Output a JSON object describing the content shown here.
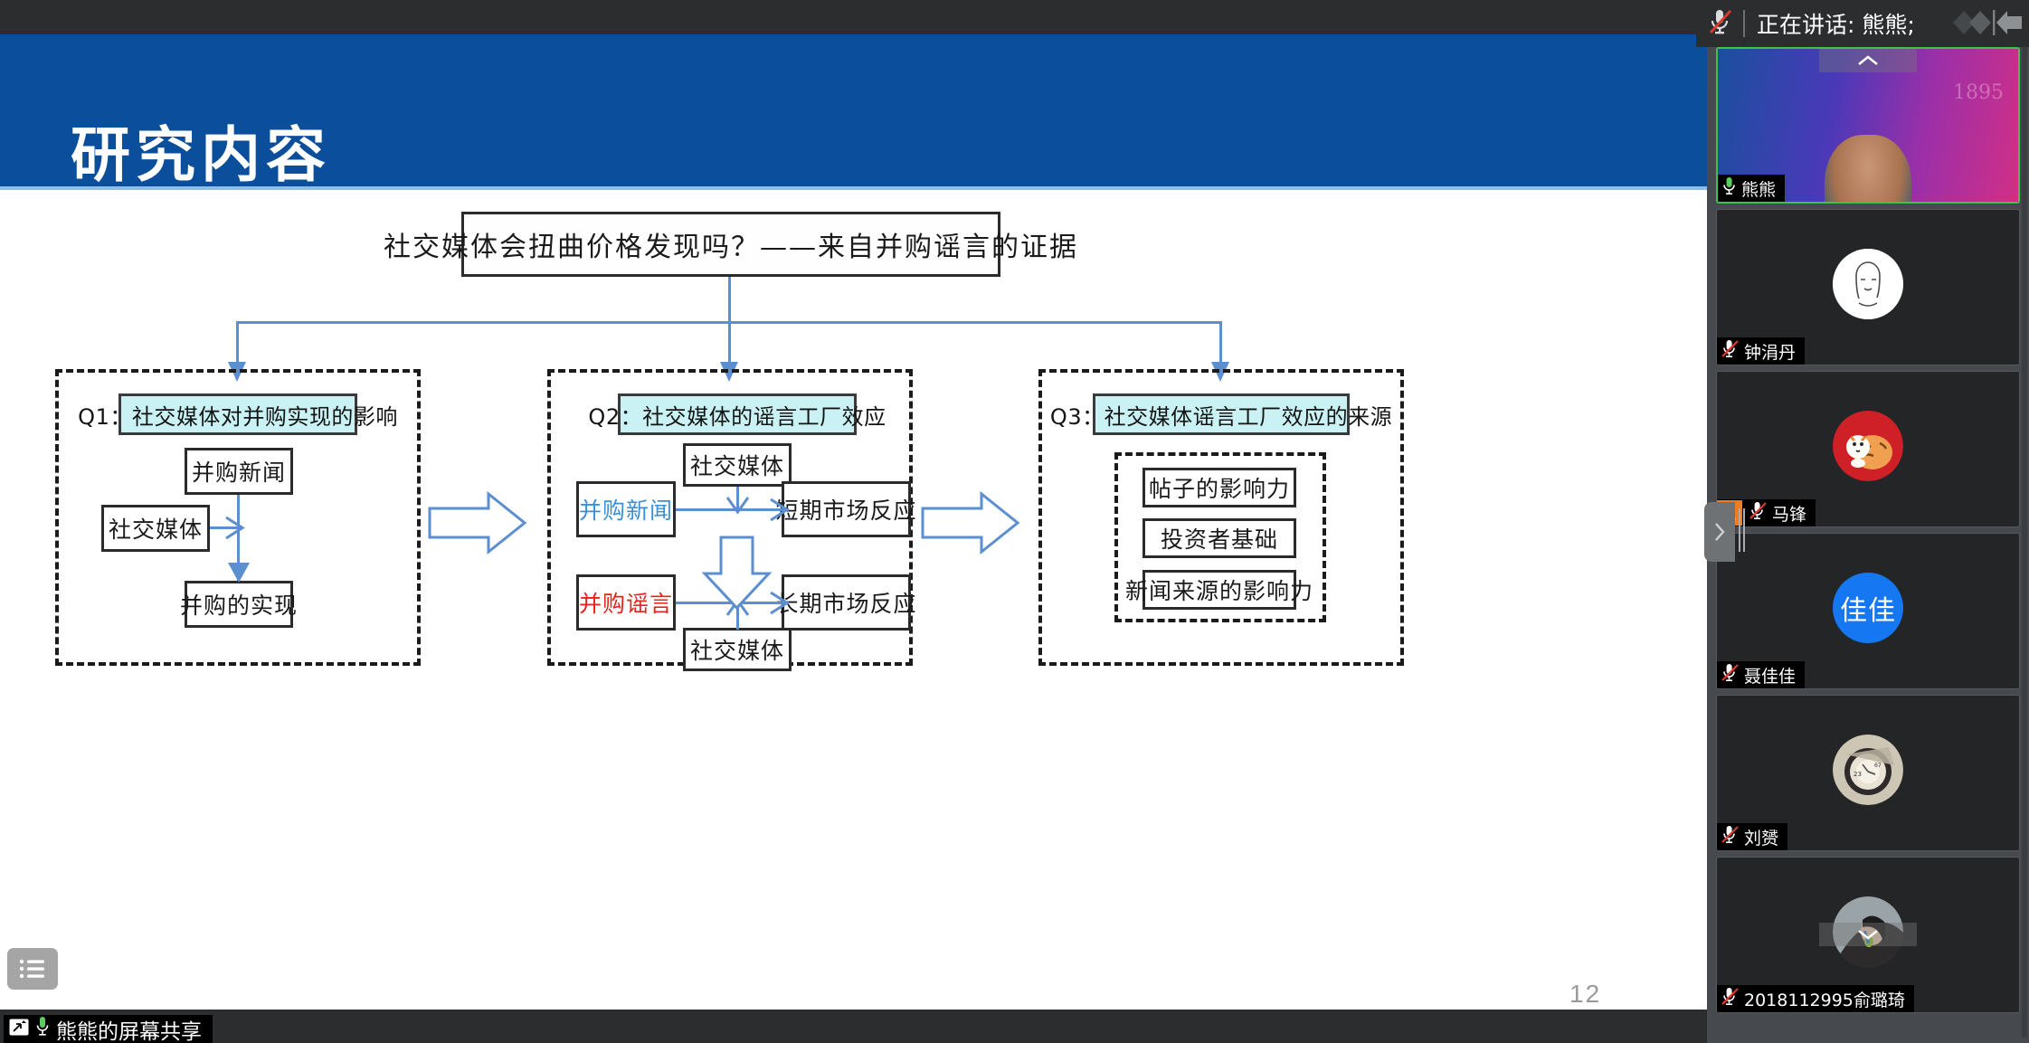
{
  "meeting": {
    "speaking_bar": {
      "mic_icon": "mic-off-icon",
      "text": "正在讲话: 熊熊;",
      "collapse_icon": "collapse-left-arrow-icon"
    },
    "share_footer": {
      "share_icon": "screen-share-icon",
      "mic_icon": "mic-on-icon",
      "label": "熊熊的屏幕共享"
    },
    "collapse_panel_icon": "chevron-right-icon",
    "participants": [
      {
        "name": "熊熊",
        "avatar_type": "camera",
        "mic": "mic-on-icon",
        "active_speaker": true,
        "is_host": false,
        "watermark": "1895",
        "chevron": "chevron-up-icon"
      },
      {
        "name": "钟涓丹",
        "avatar_type": "cartoon",
        "mic": "mic-off-icon",
        "active_speaker": false,
        "is_host": false
      },
      {
        "name": "马锋",
        "avatar_type": "tiger",
        "mic": "mic-off-icon",
        "active_speaker": false,
        "is_host": true
      },
      {
        "name": "聂佳佳",
        "avatar_type": "initials",
        "initials": "佳佳",
        "avatar_color": "#1578f2",
        "mic": "mic-off-icon",
        "active_speaker": false,
        "is_host": false
      },
      {
        "name": "刘赟",
        "avatar_type": "photo-watch",
        "mic": "mic-off-icon",
        "active_speaker": false,
        "is_host": false
      },
      {
        "name": "2018112995俞璐琦",
        "avatar_type": "photo-person",
        "mic": "mic-off-icon",
        "active_speaker": false,
        "is_host": false,
        "chevron": "chevron-down-icon"
      }
    ]
  },
  "slide": {
    "title": "研究内容",
    "page_number": "12",
    "menu_icon": "list-menu-icon",
    "root": {
      "label": "社交媒体会扭曲价格发现吗？——来自并购谣言的证据"
    },
    "panels": [
      {
        "id": "q1",
        "heading": "Q1：社交媒体对并购实现的影响",
        "nodes": [
          {
            "key": "news",
            "label": "并购新闻",
            "color": "#1a1a1a"
          },
          {
            "key": "social",
            "label": "社交媒体",
            "color": "#1a1a1a"
          },
          {
            "key": "outcome",
            "label": "并购的实现",
            "color": "#1a1a1a"
          }
        ]
      },
      {
        "id": "q2",
        "heading": "Q2：社交媒体的谣言工厂效应",
        "nodes": [
          {
            "key": "social_top",
            "label": "社交媒体",
            "color": "#1a1a1a"
          },
          {
            "key": "news",
            "label": "并购新闻",
            "color": "#3b8fd4"
          },
          {
            "key": "short_react",
            "label": "短期市场反应",
            "color": "#1a1a1a"
          },
          {
            "key": "rumor",
            "label": "并购谣言",
            "color": "#e8221c"
          },
          {
            "key": "long_react",
            "label": "长期市场反应",
            "color": "#1a1a1a"
          },
          {
            "key": "social_bottom",
            "label": "社交媒体",
            "color": "#1a1a1a"
          }
        ]
      },
      {
        "id": "q3",
        "heading": "Q3：社交媒体谣言工厂效应的来源",
        "nodes": [
          {
            "key": "post_influence",
            "label": "帖子的影响力",
            "color": "#1a1a1a"
          },
          {
            "key": "investor_base",
            "label": "投资者基础",
            "color": "#1a1a1a"
          },
          {
            "key": "news_src_influence",
            "label": "新闻来源的影响力",
            "color": "#1a1a1a"
          }
        ]
      }
    ],
    "colors": {
      "header_blue": "#0b4f9c",
      "heading_cyan": "#caf2f4",
      "arrow_blue": "#5b8fd0",
      "accent_red": "#e8221c",
      "accent_blue": "#3b8fd4"
    }
  }
}
